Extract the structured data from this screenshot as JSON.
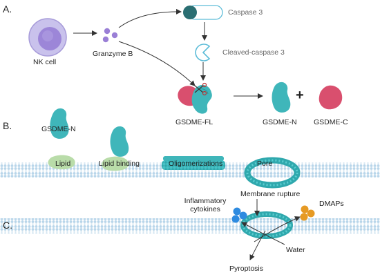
{
  "sections": {
    "a": "A.",
    "b": "B.",
    "c": "C."
  },
  "labels": {
    "nk_cell": "NK cell",
    "granzyme_b": "Granzyme B",
    "caspase3": "Caspase 3",
    "cleaved_caspase3": "Cleaved-caspase 3",
    "gsdme_fl": "GSDME-FL",
    "gsdme_n": "GSDME-N",
    "gsdme_c": "GSDME-C",
    "plus": "+",
    "gsdme_n_b": "GSDME-N",
    "lipid": "Lipid",
    "lipid_binding": "Lipid binding",
    "oligomerizations": "Oligomerizations",
    "pore": "Pore",
    "membrane_rupture": "Membrane rupture",
    "inflammatory_cytokines_1": "Inflammatory",
    "inflammatory_cytokines_2": "cytokines",
    "dmaps": "DMAPs",
    "water": "Water",
    "pyroptosis": "Pyroptosis"
  },
  "colors": {
    "teal": "#3fb6ba",
    "teal_dark": "#2e8f95",
    "pink": "#d94f6e",
    "purple": "#a48ad8",
    "lipid_green": "#b9dca9",
    "membrane": "#bcd8ea",
    "cytokine_blue": "#2e8be0",
    "dmap_orange": "#e69a24"
  }
}
